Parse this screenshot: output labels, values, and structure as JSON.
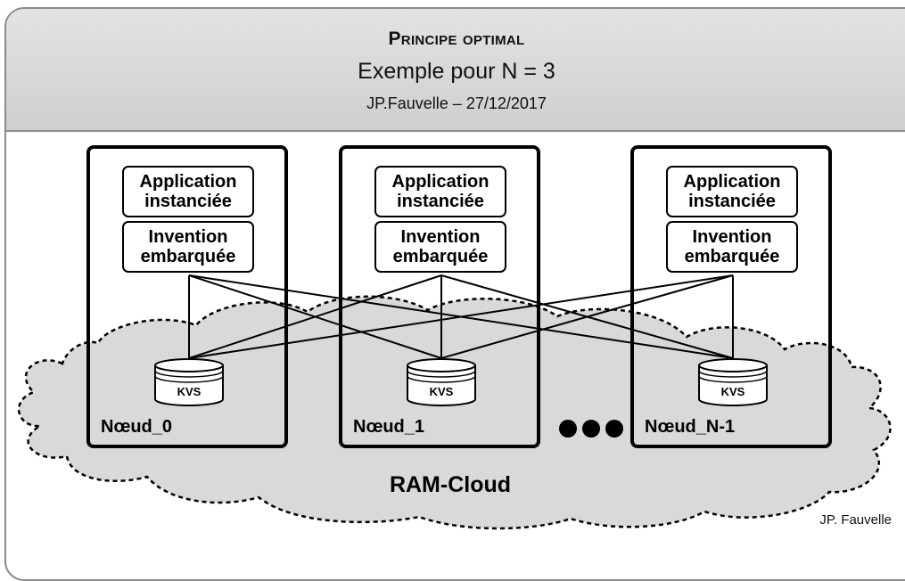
{
  "header": {
    "title": "Principe optimal",
    "subtitle": "Exemple pour N = 3",
    "meta": "JP.Fauvelle – 27/12/2017"
  },
  "nodes": [
    {
      "app": "Application instanciée",
      "invention": "Invention embarquée",
      "kvs": "KVS",
      "label": "Nœud_0"
    },
    {
      "app": "Application instanciée",
      "invention": "Invention embarquée",
      "kvs": "KVS",
      "label": "Nœud_1"
    },
    {
      "app": "Application instanciée",
      "invention": "Invention embarquée",
      "kvs": "KVS",
      "label": "Nœud_N-1"
    }
  ],
  "cloud": {
    "label": "RAM-Cloud"
  },
  "credit": "JP. Fauvelle",
  "colors": {
    "header_bg": "#d9d9d9",
    "cloud_fill": "#d9d9d9",
    "stroke": "#000000"
  }
}
